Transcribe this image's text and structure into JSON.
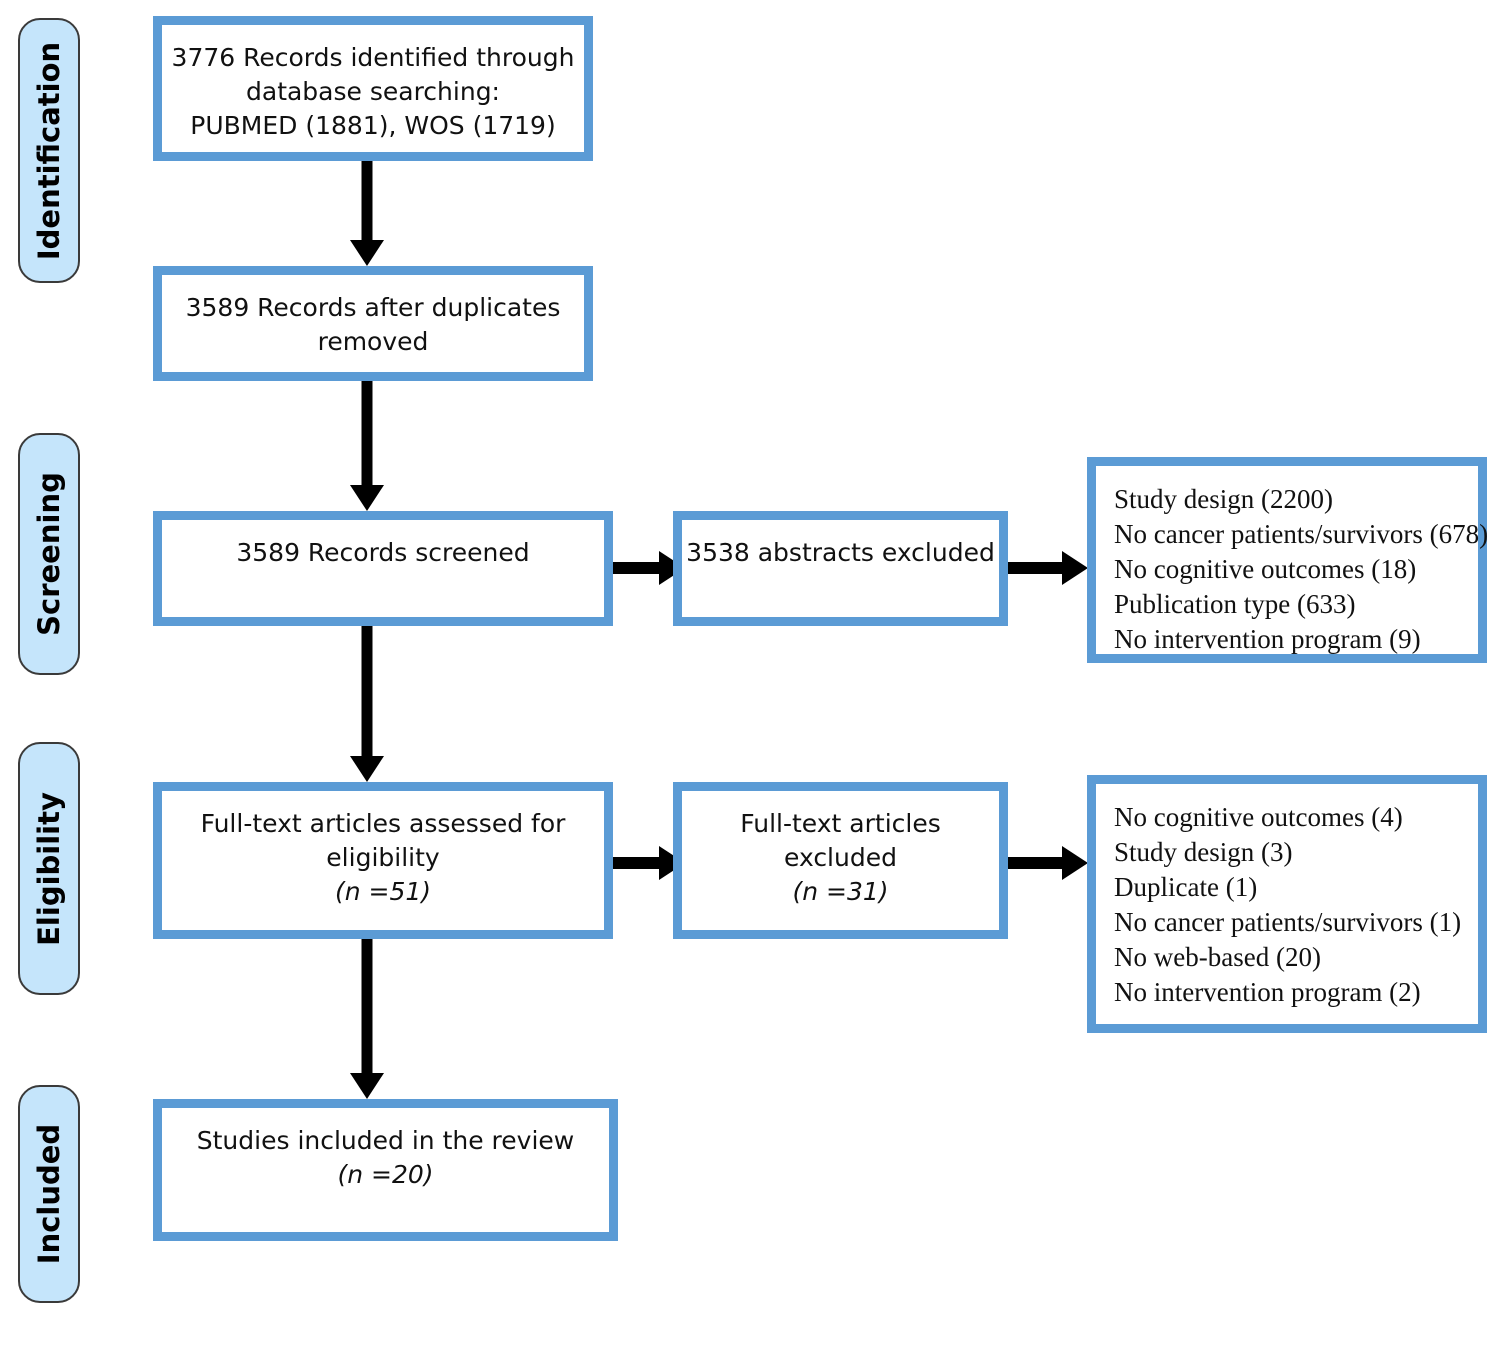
{
  "diagram": {
    "type": "prisma-flow-diagram",
    "accent_border_color": "#5B9BD5",
    "stage_fill_color": "#C5E5FB",
    "arrow_color": "#000000"
  },
  "stages": [
    {
      "label": "Identification"
    },
    {
      "label": "Screening"
    },
    {
      "label": "Eligibility"
    },
    {
      "label": "Included"
    }
  ],
  "boxes": {
    "identified": {
      "lines": [
        "3776 Records identified through",
        "database searching:",
        "PUBMED (1881), WOS (1719)"
      ]
    },
    "duplicates_removed": {
      "lines": [
        "3589 Records after duplicates",
        "removed"
      ]
    },
    "records_screened": {
      "lines": [
        "3589 Records screened"
      ]
    },
    "abstracts_excluded": {
      "lines": [
        "3538 abstracts excluded"
      ]
    },
    "fulltext_assessed": {
      "lines": [
        "Full-text articles assessed for",
        "eligibility"
      ],
      "n_label": "(n =51)"
    },
    "fulltext_excluded": {
      "lines": [
        "Full-text articles excluded"
      ],
      "n_label": "(n =31)"
    },
    "studies_included": {
      "lines": [
        "Studies included in the review"
      ],
      "n_label": "(n =20)"
    }
  },
  "exclusion_reasons_screening": {
    "lines": [
      "Study design (2200)",
      "No cancer patients/survivors (678)",
      "No cognitive outcomes (18)",
      "Publication type (633)",
      "No intervention program (9)"
    ]
  },
  "exclusion_reasons_eligibility": {
    "lines": [
      "No cognitive outcomes (4)",
      "Study design (3)",
      "Duplicate (1)",
      "No cancer patients/survivors (1)",
      "No web-based (20)",
      "No intervention program (2)"
    ]
  }
}
